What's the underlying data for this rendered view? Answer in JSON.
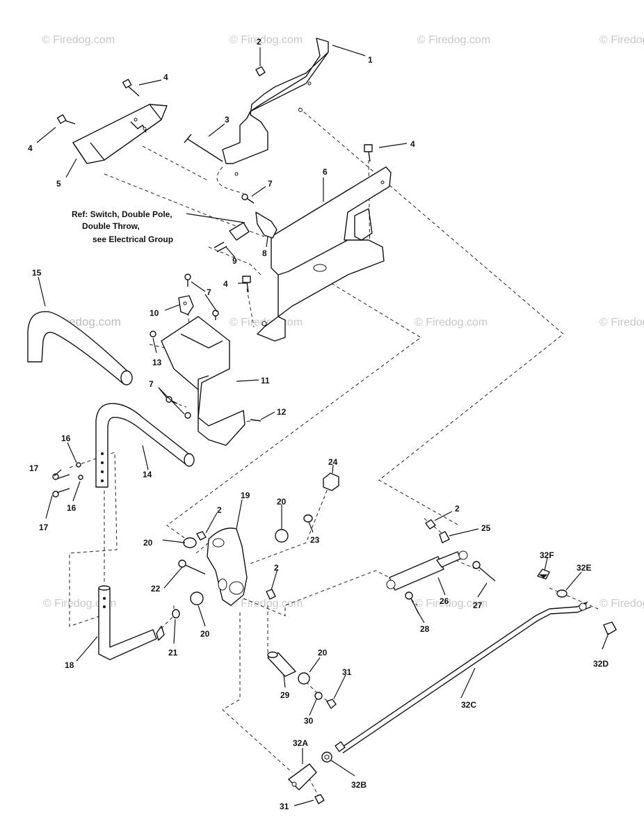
{
  "reference_note": {
    "line1": "Ref: Switch, Double Pole,",
    "line2": "Double Throw,",
    "line3": "see Electrical Group"
  },
  "watermark": "© Firedog.com",
  "callouts": {
    "c1": "1",
    "c2a": "2",
    "c2b": "2",
    "c2c": "2",
    "c2d": "2",
    "c3": "3",
    "c4a": "4",
    "c4b": "4",
    "c4c": "4",
    "c4d": "4",
    "c5": "5",
    "c6": "6",
    "c7a": "7",
    "c7b": "7",
    "c7c": "7",
    "c8": "8",
    "c9": "9",
    "c10": "10",
    "c11": "11",
    "c12": "12",
    "c13": "13",
    "c14": "14",
    "c15": "15",
    "c16a": "16",
    "c16b": "16",
    "c17a": "17",
    "c17b": "17",
    "c18": "18",
    "c19": "19",
    "c20a": "20",
    "c20b": "20",
    "c20c": "20",
    "c20d": "20",
    "c21": "21",
    "c22": "22",
    "c23": "23",
    "c24": "24",
    "c25": "25",
    "c26": "26",
    "c27": "27",
    "c28": "28",
    "c29": "29",
    "c30": "30",
    "c31a": "31",
    "c31b": "31",
    "c32a": "32A",
    "c32b": "32B",
    "c32c": "32C",
    "c32d": "32D",
    "c32e": "32E",
    "c32f": "32F"
  }
}
